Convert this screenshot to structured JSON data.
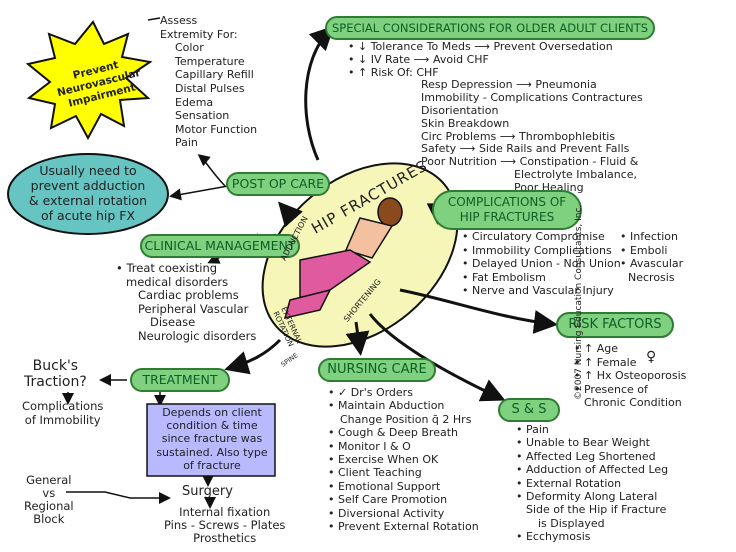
{
  "starburst": {
    "text": "Prevent Neurovascular Impairment",
    "line1": "Prevent",
    "line2": "Neurovascular",
    "line3": "Impairment"
  },
  "assess": {
    "title1": "Assess",
    "title2": "Extremity For:",
    "items": [
      "Color",
      "Temperature",
      "Capillary Refill",
      "Distal Pulses",
      "Edema",
      "Sensation",
      "Motor Function",
      "Pain"
    ]
  },
  "note_bubble": {
    "line1": "Usually need to",
    "line2": "prevent adduction",
    "line3": "& external rotation",
    "line4": "of acute hip FX"
  },
  "post_op": {
    "label": "POST OP CARE"
  },
  "clinical": {
    "label": "CLINICAL MANAGEMENT",
    "items": [
      "• Treat coexisting",
      "medical disorders",
      "Cardiac problems",
      "Peripheral Vascular",
      "Disease",
      "Neurologic disorders"
    ]
  },
  "center": {
    "title": "HIP FRACTURES",
    "adduction": "ADDUCTION",
    "shortening": "SHORTENING",
    "ext_rot1": "EXTERNAL",
    "ext_rot2": "ROTATION",
    "spine": "SPINE"
  },
  "older": {
    "label": "SPECIAL CONSIDERATIONS FOR OLDER ADULT CLIENTS",
    "rows": [
      "• ↓ Tolerance To Meds ⟶ Prevent Oversedation",
      "• ↓ IV Rate ⟶ Avoid CHF",
      "• ↑ Risk Of: CHF"
    ],
    "risk_items": [
      "Resp Depression ⟶ Pneumonia",
      "Immobility - Complications     Contractures",
      "Disorientation",
      "Skin Breakdown",
      "Circ Problems ⟶ Thrombophlebitis",
      "Safety ⟶ Side Rails and Prevent Falls",
      "Poor Nutrition ⟶ Constipation - Fluid &",
      "Electrolyte Imbalance,",
      "Poor Healing"
    ]
  },
  "complications": {
    "label1": "COMPLICATIONS OF",
    "label2": "HIP FRACTURES",
    "left": [
      "• Circulatory Compromise",
      "• Immobility Complications",
      "• Delayed Union - Non Union",
      "• Fat Embolism",
      "• Nerve and Vascular Injury"
    ],
    "right": [
      "• Infection",
      "• Emboli",
      "• Avascular",
      "Necrosis"
    ]
  },
  "risk": {
    "label": "RISK FACTORS",
    "items": [
      "• ↑ Age",
      "• ↑ Female",
      "• ↑ Hx Osteoporosis",
      "• Presence of",
      "Chronic Condition"
    ]
  },
  "treatment": {
    "label": "TREATMENT",
    "bucks1": "Buck's",
    "bucks2": "Traction?",
    "comp1": "Complications",
    "comp2": "of Immobility",
    "purple": [
      "Depends on client",
      "condition & time",
      "since fracture was",
      "sustained. Also type",
      "of fracture"
    ],
    "surgery": "Surgery",
    "general": [
      "General",
      "vs",
      "Regional",
      "Block"
    ],
    "surgery_items": [
      "Internal fixation",
      "Pins - Screws - Plates",
      "Prosthetics"
    ]
  },
  "nursing": {
    "label": "NURSING CARE",
    "items": [
      "• ✓ Dr's Orders",
      "• Maintain Abduction",
      "Change Position q̄ 2 Hrs",
      "• Cough & Deep Breath",
      "• Monitor I & O",
      "• Exercise When OK",
      "• Client Teaching",
      "• Emotional Support",
      "• Self Care Promotion",
      "• Diversional Activity",
      "• Prevent External Rotation"
    ]
  },
  "ss": {
    "label": "S & S",
    "items": [
      "• Pain",
      "• Unable to Bear Weight",
      "• Affected Leg Shortened",
      "• Adduction of Affected Leg",
      "• External Rotation",
      "• Deformity Along Lateral",
      "Side of the Hip if Fracture",
      "is Displayed",
      "• Ecchymosis"
    ]
  },
  "copyright": "©2007 Nursing Education Consultants, Inc.",
  "colors": {
    "green_box": "#7fd07f",
    "green_border": "#2e7d32",
    "bubble": "#66c5c2",
    "oval": "#f6f6b8",
    "purple": "#b9b9ff",
    "star": "#ffff00"
  }
}
